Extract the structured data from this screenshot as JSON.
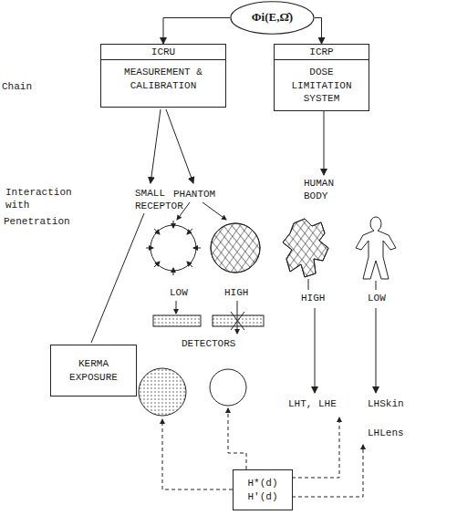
{
  "diagram": {
    "nodes": [
      {
        "text": [
          "Φi(E,Ω̂)"
        ]
      },
      {
        "text": [
          "ICRU",
          "MEASUREMENT & CALIBRATION"
        ]
      },
      {
        "text": [
          "ICRP",
          "DOSE LIMITATION SYSTEM"
        ]
      },
      {
        "text": [
          "KERMA EXPOSURE"
        ]
      },
      {
        "text": [
          "H*(d)",
          "H'(d)"
        ]
      }
    ],
    "edges": [
      {
        "from": 0,
        "to": 1,
        "arrow": "to"
      },
      {
        "from": 0,
        "to": 2,
        "arrow": "to"
      }
    ],
    "labels": [
      "Chain",
      "Interaction with",
      "Penetration",
      "SMALL RECEPTOR",
      "PHANTOM",
      "HUMAN BODY",
      "LOW",
      "HIGH",
      "DETECTORS",
      "HIGH",
      "LOW",
      "LHT, LHE",
      "LHSkin",
      "LHLens"
    ]
  }
}
